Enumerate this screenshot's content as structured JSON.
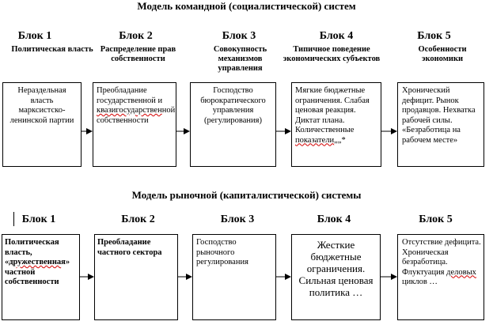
{
  "diagram": {
    "top": {
      "title": "Модель командной (социалистической) систем",
      "blocks": [
        {
          "label": "Блок 1",
          "heading": "Политическая власть",
          "text": "Нераздельная власть марксистско-ленинской партии"
        },
        {
          "label": "Блок 2",
          "heading": "Распределение прав собственности",
          "text_parts": [
            "Преобладание государственной и ",
            "квазигосударствен",
            "ной собственности"
          ]
        },
        {
          "label": "Блок 3",
          "heading": "Совокупность механизмов управления",
          "text": "Господство бюрократического управления (регулирования)"
        },
        {
          "label": "Блок 4",
          "heading": "Типичное поведение экономических субъектов",
          "text_parts": [
            "Мягкие бюджетные ограничения. Слабая ценовая реакция. Диктат плана. Количественные ",
            "показатели",
            "„„*"
          ]
        },
        {
          "label": "Блок 5",
          "heading": "Особенности экономики",
          "text": "Хронический дефицит. Рынок продавцов. Нехватка рабочей силы. «Безработица на рабочем месте»"
        }
      ]
    },
    "bottom": {
      "title": "Модель рыночной (капиталистической) системы",
      "blocks": [
        {
          "label": "Блок 1",
          "text_parts": [
            "Политическая власть, «",
            "дружественна",
            "я» частной собственности"
          ]
        },
        {
          "label": "Блок 2",
          "text": "Преобладание частного сектора"
        },
        {
          "label": "Блок 3",
          "text": "Господство рыночного регулирования"
        },
        {
          "label": "Блок 4",
          "text": "Жесткие бюджетные ограничения. Сильная ценовая политика …"
        },
        {
          "label": "Блок 5",
          "text_parts": [
            "Отсутствие дефицита. Хроническая безработица. Флуктуация ",
            "деловых",
            " циклов …"
          ]
        }
      ]
    }
  }
}
